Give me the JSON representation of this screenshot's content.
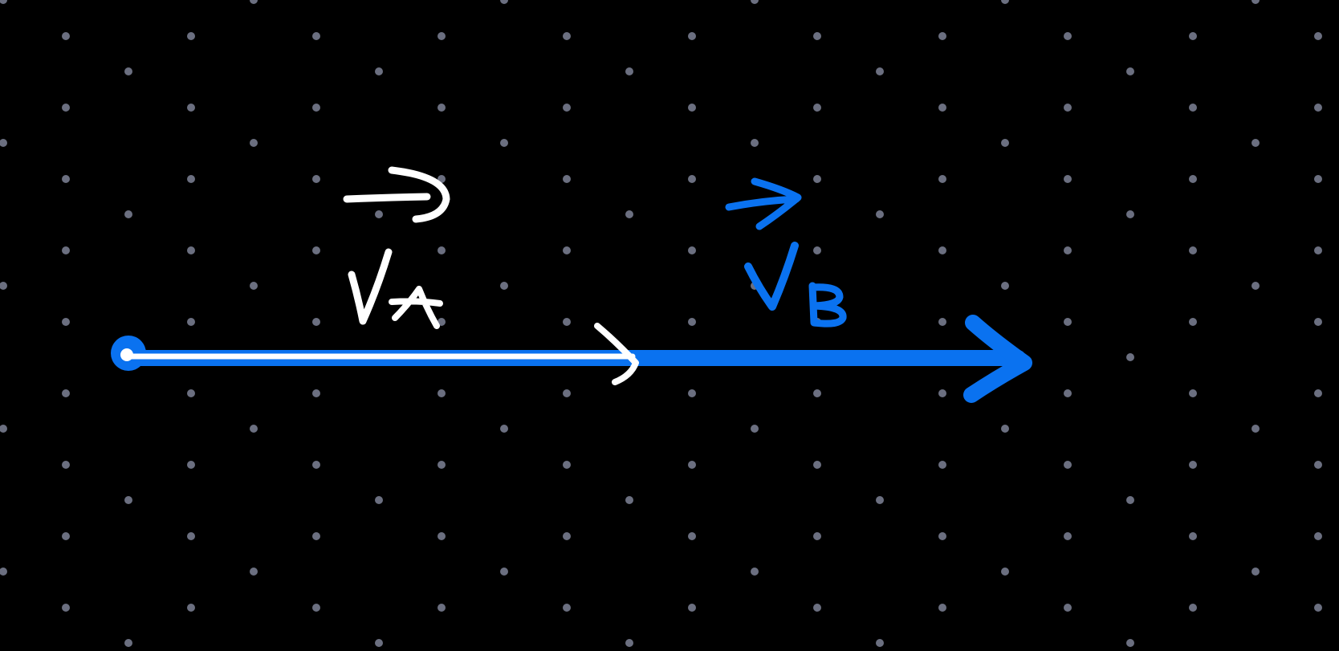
{
  "canvas": {
    "background_color": "#000000",
    "grid_dot_color": "#6b6f80"
  },
  "vectors": [
    {
      "id": "vector-a",
      "label": "V",
      "subscript": "A",
      "color": "#ffffff"
    },
    {
      "id": "vector-b",
      "label": "V",
      "subscript": "B",
      "color": "#0a72f0"
    }
  ],
  "origin_point": {
    "color": "#0a72f0"
  }
}
